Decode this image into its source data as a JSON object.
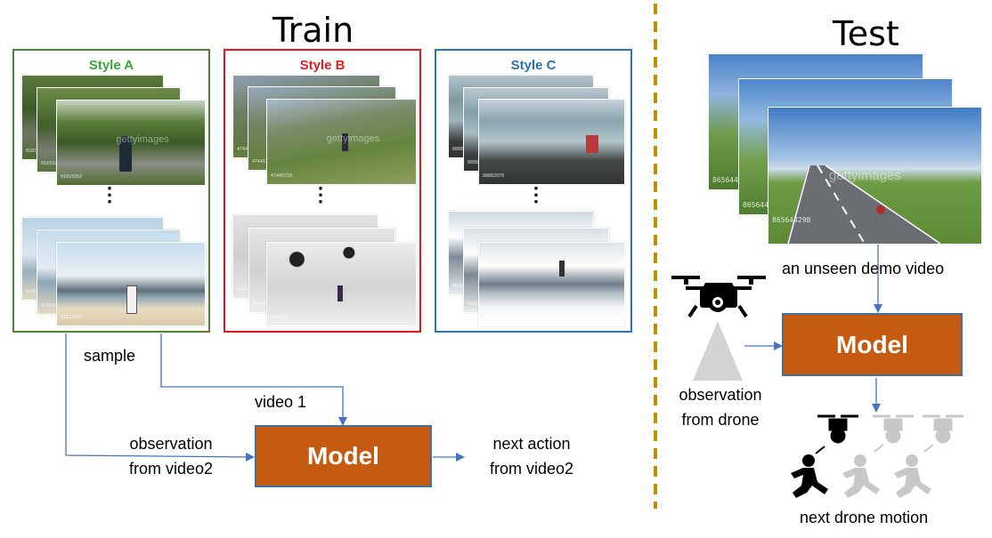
{
  "train": {
    "title": "Train",
    "styles": [
      {
        "label": "Style A",
        "color": "#3aa33a",
        "border": "#548235",
        "stamps": [
          "01819292",
          "01819292",
          "01819262",
          "01819292",
          "01819292",
          "01819292"
        ]
      },
      {
        "label": "Style B",
        "color": "#e02020",
        "border": "#e8161c",
        "stamps": [
          "474457",
          "474457",
          "47445729",
          "474457",
          "474457",
          "474457"
        ]
      },
      {
        "label": "Style C",
        "color": "#2e6fb3",
        "border": "#2e75b6",
        "stamps": [
          "8888",
          "8888",
          "88882970",
          "8888",
          "8888",
          "8888"
        ]
      }
    ],
    "ellipsis": "⋮",
    "sample_label": "sample",
    "video1_label": "video 1",
    "observation_label": [
      "observation",
      "from video2"
    ],
    "next_action_label": [
      "next action",
      "from video2"
    ],
    "model_label": "Model"
  },
  "test": {
    "title": "Test",
    "demo_stamps": [
      "8656442",
      "8656442",
      "865644298"
    ],
    "demo_watermark": "gettyimages",
    "demo_label": "an unseen demo video",
    "observation_label": [
      "observation",
      "from drone"
    ],
    "model_label": "Model",
    "next_motion_label": "next drone motion"
  },
  "colors": {
    "divider": "#bf9000",
    "arrow": "#4472c4",
    "model_fill": "#c55a11",
    "model_border": "#41719c"
  }
}
